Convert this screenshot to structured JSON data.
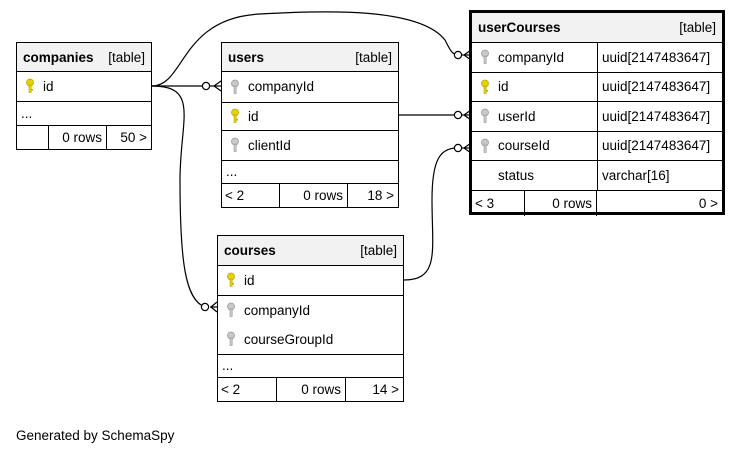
{
  "colors": {
    "primary_key_icon": "#e6d200",
    "foreign_key_icon": "#b5b5b5",
    "header_bg": "#f2f2f2"
  },
  "tables": {
    "companies": {
      "name": "companies",
      "tag": "[table]",
      "rows": [
        {
          "name": "id",
          "icon": "primary-key-icon"
        }
      ],
      "ellipsis": "...",
      "footer": {
        "left": "",
        "rows": "0 rows",
        "right": "50 >"
      }
    },
    "users": {
      "name": "users",
      "tag": "[table]",
      "rows": [
        {
          "name": "companyId",
          "icon": "foreign-key-icon"
        },
        {
          "name": "id",
          "icon": "primary-key-icon"
        },
        {
          "name": "clientId",
          "icon": "foreign-key-icon"
        }
      ],
      "ellipsis": "...",
      "footer": {
        "left": "< 2",
        "rows": "0 rows",
        "right": "18 >"
      }
    },
    "courses": {
      "name": "courses",
      "tag": "[table]",
      "rows": [
        {
          "name": "id",
          "icon": "primary-key-icon"
        },
        {
          "name": "companyId",
          "icon": "foreign-key-icon"
        },
        {
          "name": "courseGroupId",
          "icon": "foreign-key-icon"
        }
      ],
      "ellipsis": "...",
      "footer": {
        "left": "< 2",
        "rows": "0 rows",
        "right": "14 >"
      }
    },
    "userCourses": {
      "name": "userCourses",
      "tag": "[table]",
      "rows": [
        {
          "name": "companyId",
          "type": "uuid[2147483647]",
          "icon": "foreign-key-icon"
        },
        {
          "name": "id",
          "type": "uuid[2147483647]",
          "icon": "primary-key-icon"
        },
        {
          "name": "userId",
          "type": "uuid[2147483647]",
          "icon": "foreign-key-icon"
        },
        {
          "name": "courseId",
          "type": "uuid[2147483647]",
          "icon": "foreign-key-icon"
        },
        {
          "name": "status",
          "type": "varchar[16]",
          "icon": ""
        }
      ],
      "footer": {
        "left": "< 3",
        "rows": "0 rows",
        "right": "0 >"
      }
    }
  },
  "footer_text": "Generated by SchemaSpy"
}
